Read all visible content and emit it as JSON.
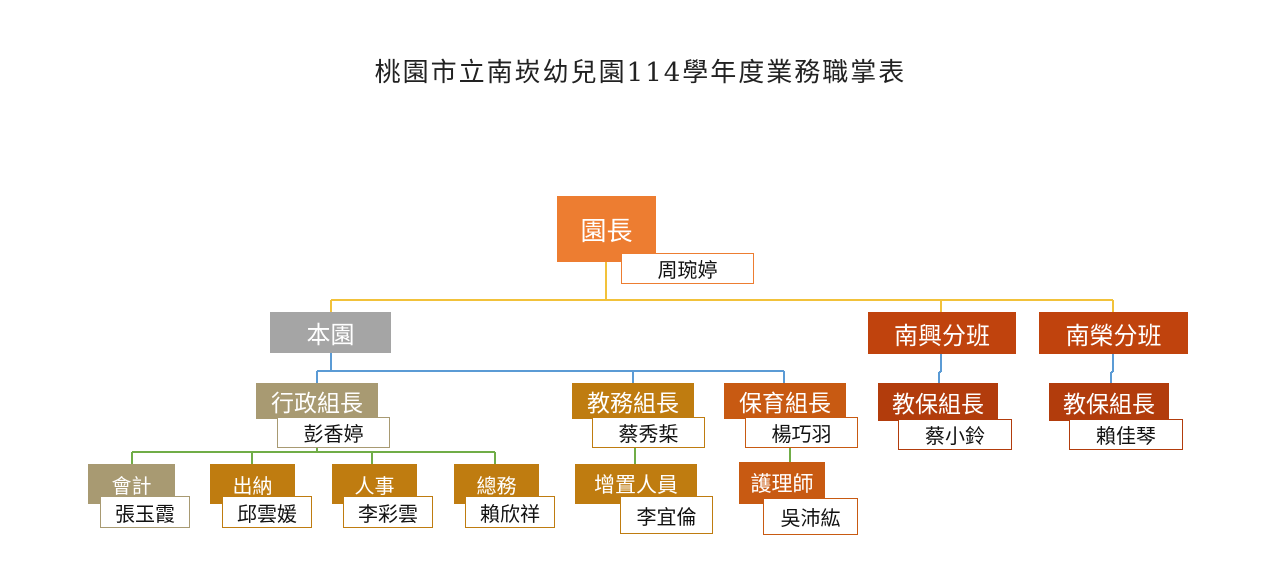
{
  "title": "桃園市立南崁幼兒園114學年度業務職掌表",
  "nodes": {
    "principal": {
      "role": "園長",
      "name": "周琬婷"
    },
    "main_campus": {
      "label": "本園"
    },
    "nanxing": {
      "label": "南興分班"
    },
    "nanrong": {
      "label": "南榮分班"
    },
    "admin_head": {
      "role": "行政組長",
      "name": "彭香婷"
    },
    "academic_head": {
      "role": "教務組長",
      "name": "蔡秀梊"
    },
    "care_head": {
      "role": "保育組長",
      "name": "楊巧羽"
    },
    "nanxing_head": {
      "role": "教保組長",
      "name": "蔡小鈴"
    },
    "nanrong_head": {
      "role": "教保組長",
      "name": "賴佳琴"
    },
    "accounting": {
      "role": "會計",
      "name": "張玉霞"
    },
    "cashier": {
      "role": "出納",
      "name": "邱雲媛"
    },
    "personnel": {
      "role": "人事",
      "name": "李彩雲"
    },
    "general_affairs": {
      "role": "總務",
      "name": "賴欣祥"
    },
    "procurement": {
      "role": "增置人員",
      "name": "李宜倫"
    },
    "nurse": {
      "role": "護理師",
      "name": "吳沛紘"
    }
  },
  "colors": {
    "principal": "#ED7D31",
    "campus_gray": "#A5A5A5",
    "branch": "#C0430D",
    "admin_tan": "#A89A72",
    "academic_gold": "#BF7C10",
    "care_brown": "#C85A12",
    "branch_head": "#B23C0C",
    "line_yellow": "#F2C23A",
    "line_blue": "#5B9BD5",
    "line_green": "#70AD47"
  }
}
